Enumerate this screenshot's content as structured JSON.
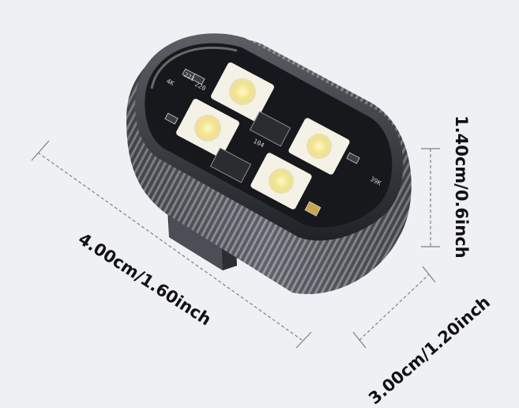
{
  "dimensions": {
    "length": "4.00cm/1.60inch",
    "height": "1.40cm/0.6inch",
    "width": "3.00cm/1.20inch"
  },
  "pcb_labels": {
    "r1": "4K",
    "r2": "221",
    "r3": "220",
    "chip": "104",
    "corner": "39K"
  },
  "colors": {
    "background": "#eef0f3",
    "shell": "#3a3d42",
    "pcb": "#1b1d20",
    "led": "#f4f1e6",
    "led_core": "#f2e38a",
    "guide": "#7d8087"
  }
}
